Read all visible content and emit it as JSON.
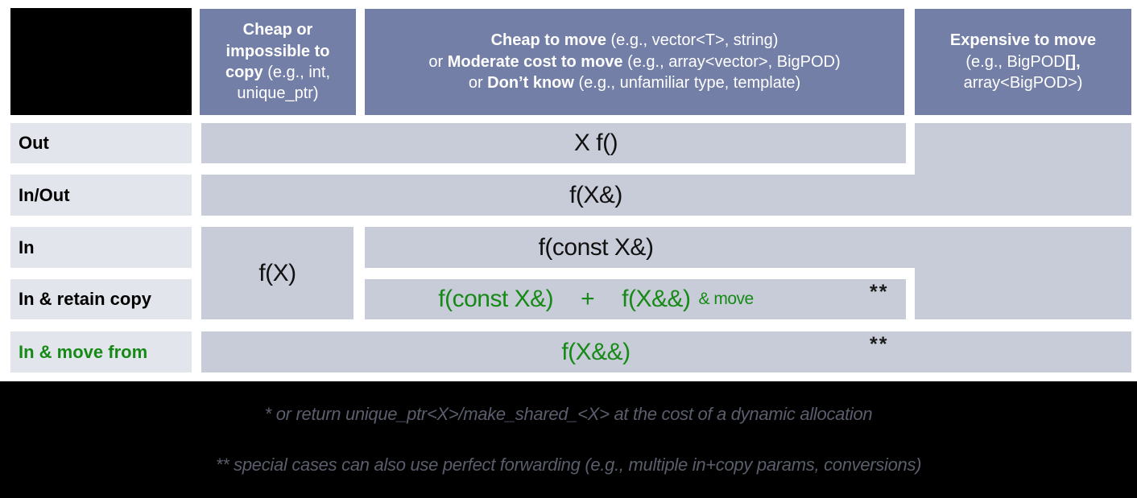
{
  "colors": {
    "header_bg": "#737fa6",
    "cell_bg": "#c8ccd8",
    "row_label_bg": "#e3e5ec",
    "accent_green": "#168a16",
    "footnote_text": "#5a5e6c",
    "corner_block": "#000000"
  },
  "header": {
    "col1": {
      "bold": "Cheap or impossible to copy",
      "rest": " (e.g., int, unique_ptr)"
    },
    "col2": {
      "line1": {
        "pre": "",
        "bold": "Cheap to move",
        "rest": " (e.g., vector<T>, string)"
      },
      "line2": {
        "pre": "or ",
        "bold": "Moderate cost to move",
        "rest": " (e.g., array<vector>, BigPOD)"
      },
      "line3": {
        "pre": "or ",
        "bold": "Don’t know",
        "rest": " (e.g., unfamiliar type, template)"
      }
    },
    "col3": {
      "line1_bold": "Expensive to move",
      "line2_pre": "(e.g., BigPOD",
      "line2_bold": "[],",
      "line3": "array<BigPOD>)"
    }
  },
  "rows": {
    "out": "Out",
    "inout": "In/Out",
    "in": "In",
    "retain": "In & retain copy",
    "movefrom": "In & move from"
  },
  "cells": {
    "out_code": "X f()",
    "inout_code": "f(X&)",
    "in_left_code": "f(X)",
    "in_code": "f(const X&)",
    "retain_code1": "f(const X&)",
    "retain_plus": "+",
    "retain_code2": "f(X&&)",
    "retain_small": "& move",
    "movefrom_code": "f(X&&)",
    "footnote_marker_retain": "**",
    "footnote_marker_movefrom": "**"
  },
  "footnotes": {
    "line1": "* or return unique_ptr<X>/make_shared_<X> at the cost of a dynamic allocation",
    "line2": "** special cases can also use perfect forwarding (e.g., multiple in+copy params, conversions)"
  }
}
